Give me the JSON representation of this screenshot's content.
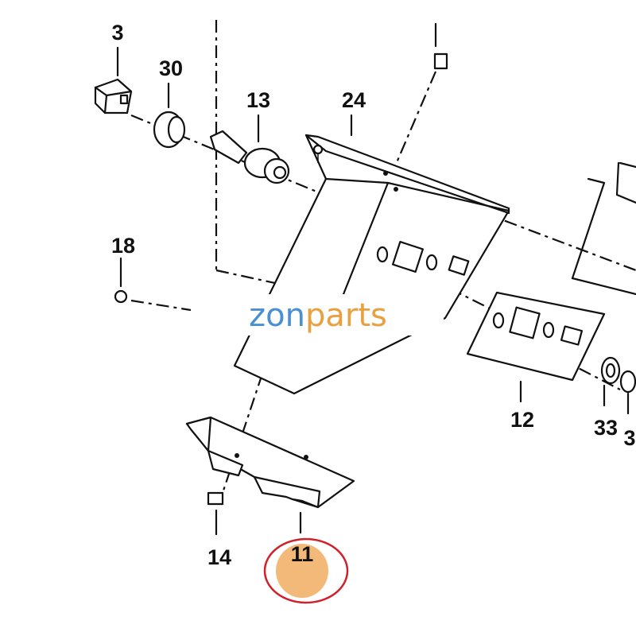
{
  "callouts": {
    "c3": "3",
    "c30": "30",
    "c13": "13",
    "c24": "24",
    "c18": "18",
    "c12": "12",
    "c33": "33",
    "c3b": "3",
    "c14": "14",
    "c11": "11"
  },
  "watermark": {
    "part1": "zon",
    "part2": "parts",
    "color1": "#4a8fd0",
    "color2": "#e8a040"
  },
  "highlight": {
    "circle_color": "#d0202a",
    "fill_color": "#f3b979"
  }
}
